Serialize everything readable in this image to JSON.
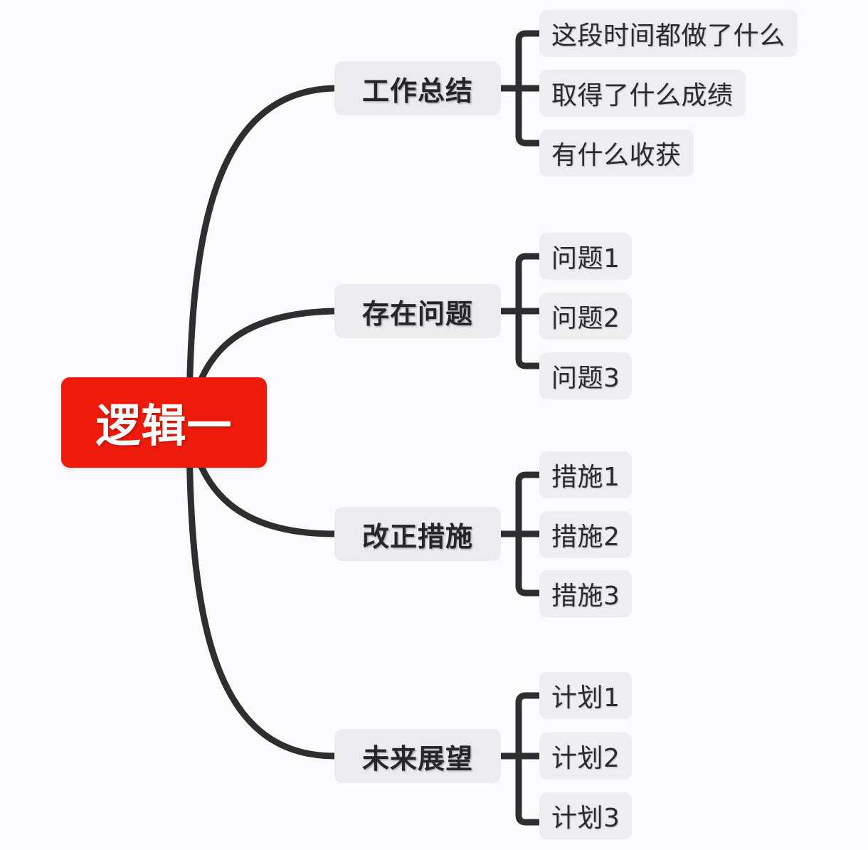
{
  "map": {
    "title": "逻辑一",
    "root": {
      "label": "逻辑一",
      "color": "#ee1b0d",
      "text_color": "#ffffff"
    },
    "branch_color": "#ececee",
    "leaf_color": "#eeeef0",
    "connector_color": "#2e2e30",
    "background_color": "#fbfafc",
    "branches": [
      {
        "label": "工作总结",
        "children": [
          {
            "label": "这段时间都做了什么"
          },
          {
            "label": "取得了什么成绩"
          },
          {
            "label": "有什么收获"
          }
        ]
      },
      {
        "label": "存在问题",
        "children": [
          {
            "label": "问题1"
          },
          {
            "label": "问题2"
          },
          {
            "label": "问题3"
          }
        ]
      },
      {
        "label": "改正措施",
        "children": [
          {
            "label": "措施1"
          },
          {
            "label": "措施2"
          },
          {
            "label": "措施3"
          }
        ]
      },
      {
        "label": "未来展望",
        "children": [
          {
            "label": "计划1"
          },
          {
            "label": "计划2"
          },
          {
            "label": "计划3"
          }
        ]
      }
    ]
  }
}
